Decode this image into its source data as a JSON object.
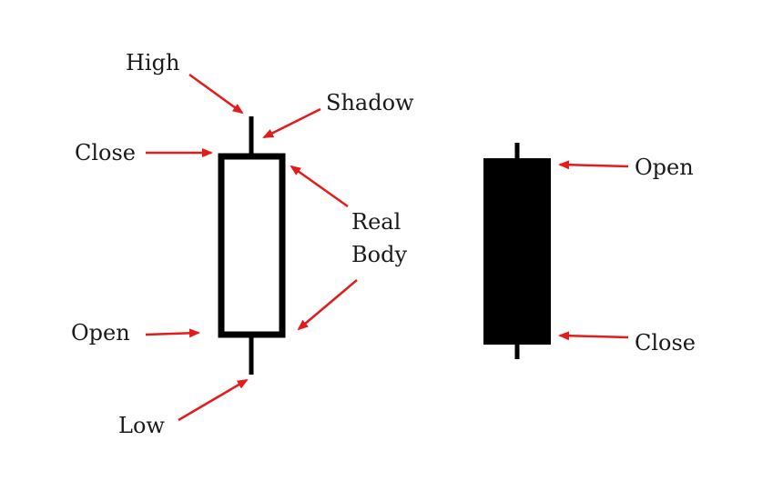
{
  "colors": {
    "arrow": "#e31b1b",
    "candle_stroke": "#000000",
    "bullish_fill": "#ffffff",
    "bearish_fill": "#000000",
    "text": "#1a1a1a",
    "background": "#ffffff"
  },
  "bullish_candle": {
    "labels": {
      "high": "High",
      "shadow": "Shadow",
      "close": "Close",
      "real_body_line1": "Real",
      "real_body_line2": "Body",
      "open": "Open",
      "low": "Low"
    }
  },
  "bearish_candle": {
    "labels": {
      "open": "Open",
      "close": "Close"
    }
  }
}
